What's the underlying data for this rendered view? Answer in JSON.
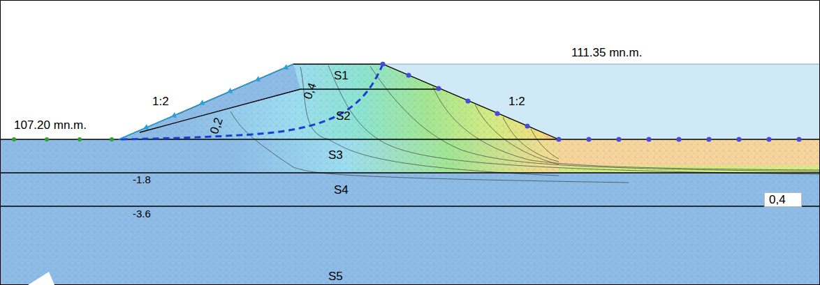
{
  "diagram": {
    "labels": [
      "111.35 mn.m.",
      "1:2",
      "1:2",
      "107.20 mn.m.",
      "0,4",
      "0,2",
      "S1",
      "S2",
      "S3",
      "S4",
      "S5",
      "-1.8",
      "-3.6",
      "0,4"
    ]
  }
}
